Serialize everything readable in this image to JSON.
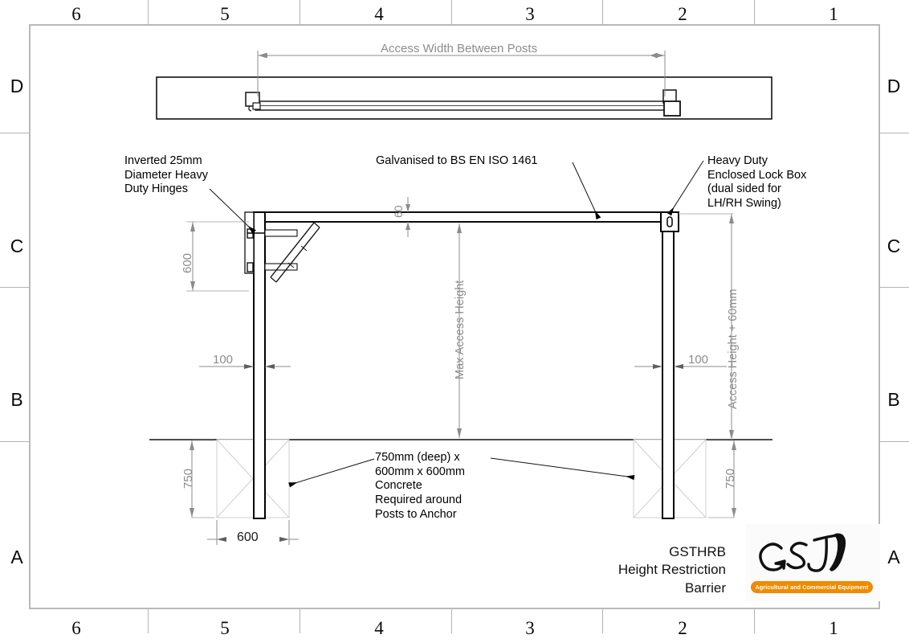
{
  "sheet": {
    "zone_numbers_top": [
      "6",
      "5",
      "4",
      "3",
      "2",
      "1"
    ],
    "zone_numbers_bottom": [
      "6",
      "5",
      "4",
      "3",
      "2",
      "1"
    ],
    "zone_letters_left": [
      "D",
      "C",
      "B",
      "A"
    ],
    "zone_letters_right": [
      "D",
      "C",
      "B",
      "A"
    ]
  },
  "title_block": {
    "drawing_code": "GSTHRB",
    "line2": "Height Restriction",
    "line3": "Barrier"
  },
  "logo": {
    "mark": "GST",
    "tagline": "Agricultural and Commercial Equipment",
    "banner_color": "#f08a00"
  },
  "annotations": {
    "hinges": "Inverted 25mm\nDiameter Heavy\nDuty Hinges",
    "galvanised": "Galvanised to BS EN ISO 1461",
    "lockbox": "Heavy Duty\nEnclosed Lock Box\n(dual sided for\nLH/RH Swing)",
    "concrete": "750mm (deep) x\n600mm x 600mm\nConcrete\nRequired around\nPosts to Anchor"
  },
  "dimensions": {
    "access_width": "Access Width Between Posts",
    "hinge_spacing": "600",
    "arm_depth": "60",
    "max_access_height": "Max Access Height",
    "access_height_plus": "Access Height + 60mm",
    "post_width_left": "100",
    "post_width_right": "100",
    "footing_depth_left": "750",
    "footing_depth_right": "750",
    "footing_width": "600"
  },
  "colors": {
    "dimension_gray": "#8c8c8c",
    "frame_gray": "#b9b9b9",
    "line_black": "#000000",
    "concrete_gray": "#cccccc"
  }
}
